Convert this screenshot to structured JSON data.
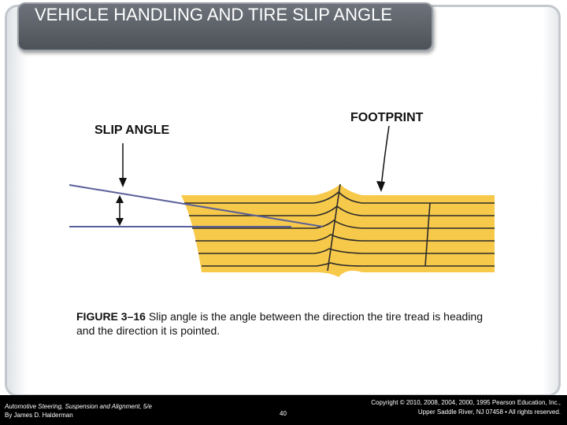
{
  "slide": {
    "title": "VEHICLE HANDLING AND TIRE SLIP ANGLE"
  },
  "diagram": {
    "slip_angle_label": "SLIP ANGLE",
    "footprint_label": "FOOTPRINT",
    "tread_color": "#f7c94a",
    "line_color": "#5a5f9a"
  },
  "caption": {
    "figure_number": "FIGURE 3–16",
    "text": " Slip angle is the angle between the direction the tire tread is heading and the direction it is pointed."
  },
  "footer": {
    "book_title": "Automotive Steering, Suspension and Alignment, 5/e",
    "author": "By James D. Halderman",
    "page_number": "40",
    "copyright_line1": "Copyright © 2010, 2008, 2004, 2000, 1995 Pearson Education, Inc.,",
    "copyright_line2": "Upper Saddle River, NJ 07458 • All rights reserved."
  }
}
